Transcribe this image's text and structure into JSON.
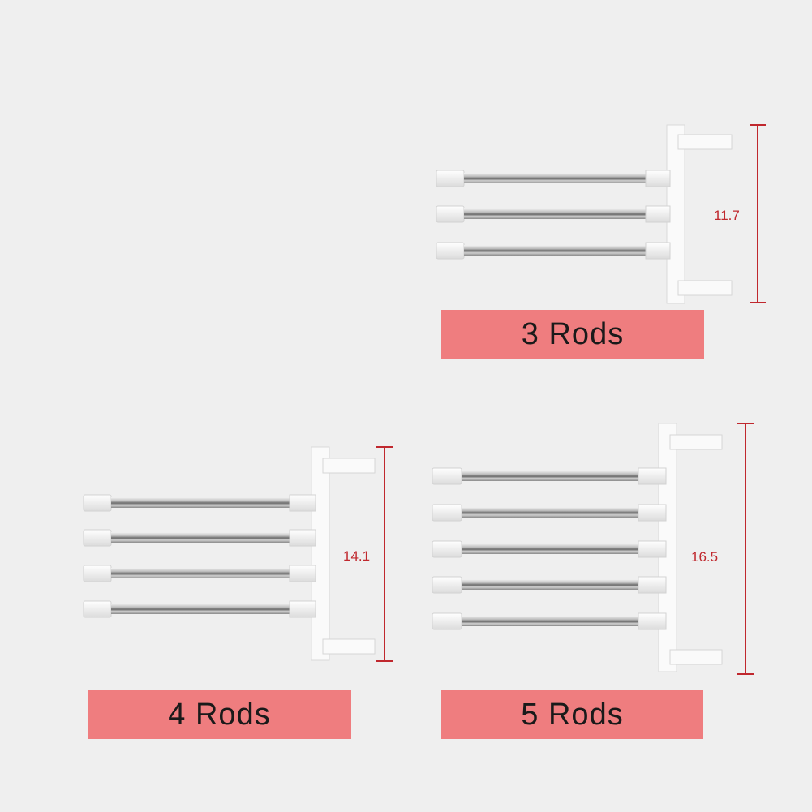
{
  "products": [
    {
      "id": "three",
      "label": "3 Rods",
      "rod_count": 3,
      "height_value": "11.7"
    },
    {
      "id": "four",
      "label": "4 Rods",
      "rod_count": 4,
      "height_value": "14.1"
    },
    {
      "id": "five",
      "label": "5 Rods",
      "rod_count": 5,
      "height_value": "16.5"
    }
  ],
  "colors": {
    "background": "#efefef",
    "label_box": "#ef7d7f",
    "dimension": "#c0282e",
    "rod_chrome": "#9a9a9a",
    "bracket": "#fafafa"
  }
}
